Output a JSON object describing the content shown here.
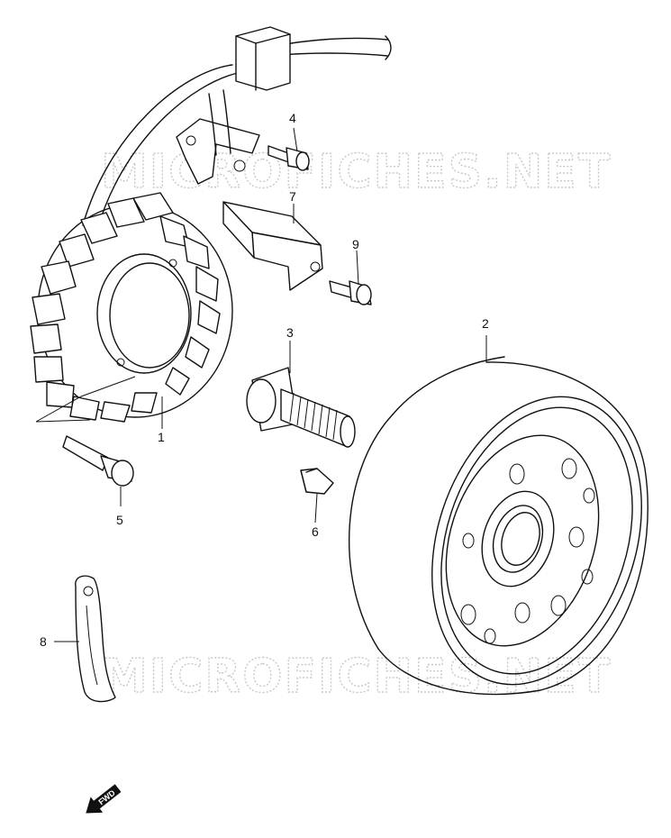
{
  "watermark": {
    "text_top": "MICROFICHES.NET",
    "text_bottom": "MICROFICHES.NET"
  },
  "fwd_label": "FWD",
  "callouts": [
    {
      "id": "1",
      "label": "1"
    },
    {
      "id": "2",
      "label": "2"
    },
    {
      "id": "3",
      "label": "3"
    },
    {
      "id": "4",
      "label": "4"
    },
    {
      "id": "5",
      "label": "5"
    },
    {
      "id": "6",
      "label": "6"
    },
    {
      "id": "7",
      "label": "7"
    },
    {
      "id": "8",
      "label": "8"
    },
    {
      "id": "9",
      "label": "9"
    }
  ]
}
